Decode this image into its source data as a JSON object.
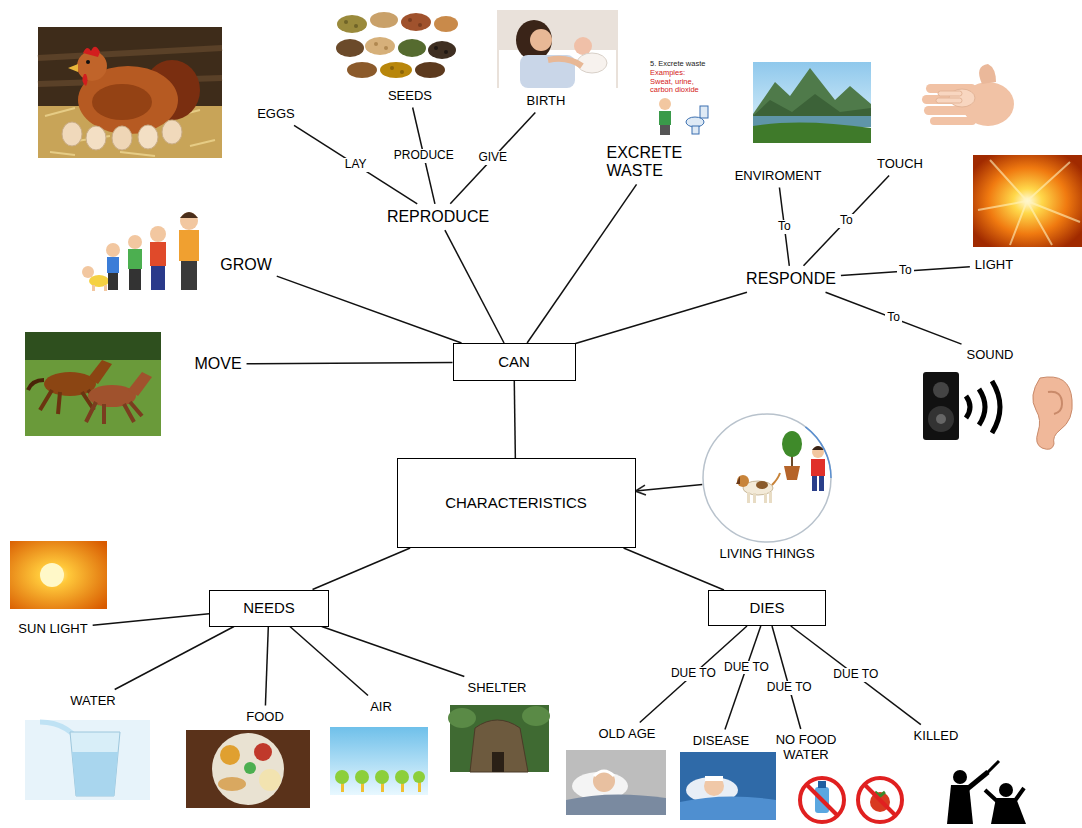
{
  "diagram": {
    "nodes": [
      {
        "text": [
          "CHARACTERISTICS"
        ]
      },
      {
        "text": [
          "LIVING THINGS"
        ]
      },
      {
        "text": [
          "CAN"
        ]
      },
      {
        "text": [
          "NEEDS"
        ]
      },
      {
        "text": [
          "DIES"
        ]
      },
      {
        "text": [
          "GROW"
        ]
      },
      {
        "text": [
          "MOVE"
        ]
      },
      {
        "text": [
          "REPRODUCE"
        ]
      },
      {
        "text": [
          "EXCRETE WASTE"
        ]
      },
      {
        "text": [
          "RESPONDE"
        ]
      },
      {
        "text": [
          "EGGS"
        ]
      },
      {
        "text": [
          "SEEDS"
        ]
      },
      {
        "text": [
          "BIRTH"
        ]
      },
      {
        "text": [
          "ENVIROMENT"
        ]
      },
      {
        "text": [
          "TOUCH"
        ]
      },
      {
        "text": [
          "LIGHT"
        ]
      },
      {
        "text": [
          "SOUND"
        ]
      },
      {
        "text": [
          "SUN LIGHT"
        ]
      },
      {
        "text": [
          "WATER"
        ]
      },
      {
        "text": [
          "FOOD"
        ]
      },
      {
        "text": [
          "AIR"
        ]
      },
      {
        "text": [
          "SHELTER"
        ]
      },
      {
        "text": [
          "OLD AGE"
        ]
      },
      {
        "text": [
          "DISEASE"
        ]
      },
      {
        "text": [
          "NO FOOD WATER"
        ]
      },
      {
        "text": [
          "KILLED"
        ]
      }
    ],
    "edges": [
      {
        "from": 0,
        "to": 2,
        "arrow": "none"
      },
      {
        "from": 0,
        "to": 3,
        "arrow": "none"
      },
      {
        "from": 0,
        "to": 4,
        "arrow": "none"
      },
      {
        "from": 1,
        "to": 0,
        "arrow": "to"
      },
      {
        "from": 2,
        "to": 5,
        "arrow": "none"
      },
      {
        "from": 2,
        "to": 6,
        "arrow": "none"
      },
      {
        "from": 2,
        "to": 7,
        "arrow": "none"
      },
      {
        "from": 2,
        "to": 8,
        "arrow": "none"
      },
      {
        "from": 2,
        "to": 9,
        "arrow": "none"
      },
      {
        "from": 7,
        "to": 10,
        "label": "LAY",
        "arrow": "none"
      },
      {
        "from": 7,
        "to": 11,
        "label": "PRODUCE",
        "arrow": "none"
      },
      {
        "from": 7,
        "to": 12,
        "label": "GIVE",
        "arrow": "none"
      },
      {
        "from": 9,
        "to": 13,
        "label": "To",
        "arrow": "none"
      },
      {
        "from": 9,
        "to": 14,
        "label": "To",
        "arrow": "none"
      },
      {
        "from": 9,
        "to": 15,
        "label": "To",
        "arrow": "none"
      },
      {
        "from": 9,
        "to": 16,
        "label": "To",
        "arrow": "none"
      },
      {
        "from": 3,
        "to": 17,
        "arrow": "none"
      },
      {
        "from": 3,
        "to": 18,
        "arrow": "none"
      },
      {
        "from": 3,
        "to": 19,
        "arrow": "none"
      },
      {
        "from": 3,
        "to": 20,
        "arrow": "none"
      },
      {
        "from": 3,
        "to": 21,
        "arrow": "none"
      },
      {
        "from": 4,
        "to": 22,
        "label": "DUE TO",
        "arrow": "none"
      },
      {
        "from": 4,
        "to": 23,
        "label": "DUE TO",
        "arrow": "none"
      },
      {
        "from": 4,
        "to": 24,
        "label": "DUE TO",
        "arrow": "none"
      },
      {
        "from": 4,
        "to": 25,
        "label": "DUE TO",
        "arrow": "none"
      }
    ],
    "labels": [
      "5. Excrete waste",
      "Examples: Sweat, urine, carbon dioxide"
    ]
  }
}
